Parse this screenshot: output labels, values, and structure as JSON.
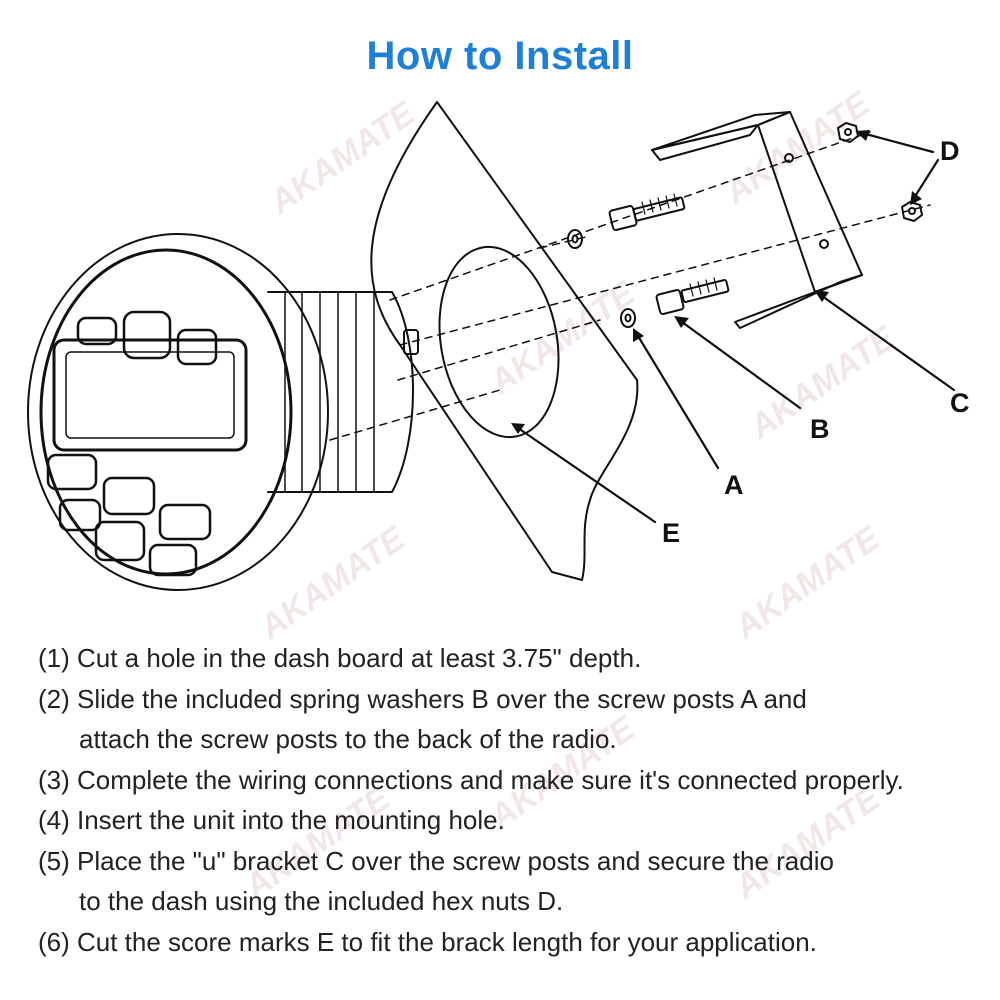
{
  "title": "How to Install",
  "colors": {
    "title": "#1e7fd6",
    "line": "#111111",
    "text": "#222222",
    "watermark": "#e6d5d5"
  },
  "watermark": "AKAMATE",
  "callouts": {
    "a": "A",
    "b": "B",
    "c": "C",
    "d": "D",
    "e": "E"
  },
  "steps": [
    "(1) Cut a hole in the dash board at least 3.75\" depth.",
    "(2) Slide the included spring washers B over the screw posts A and",
    "attach the screw posts to the back of the radio.",
    "(3) Complete the wiring connections and make sure it's connected properly.",
    "(4) Insert the unit into the mounting hole.",
    "(5) Place the \"u\" bracket C over the screw posts and secure the radio",
    "to the dash using the included hex nuts D.",
    "(6) Cut the score marks E to fit the brack length for your application."
  ]
}
